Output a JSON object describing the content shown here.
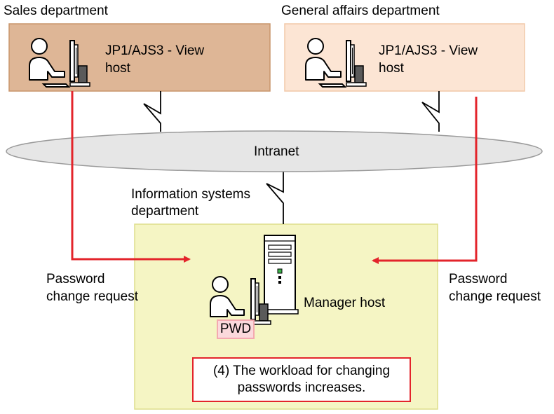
{
  "colors": {
    "sales_box_fill": "#deb696",
    "sales_box_border": "#c9956c",
    "general_box_fill": "#fce5d4",
    "general_box_border": "#f2c8a8",
    "manager_box_fill": "#f5f5c4",
    "manager_box_border": "#dede8c",
    "intranet_fill": "#e6e6e6",
    "intranet_border": "#9a9a9a",
    "request_arrow": "#e3242b",
    "note_border": "#e3242b",
    "pwd_fill": "#fbd9dc",
    "pwd_border": "#f4a9b0"
  },
  "sales": {
    "department": "Sales department",
    "host_line1": "JP1/AJS3 - View",
    "host_line2": "host"
  },
  "general": {
    "department": "General affairs department",
    "host_line1": "JP1/AJS3 - View",
    "host_line2": "host"
  },
  "network": {
    "name": "Intranet"
  },
  "info_systems": {
    "line1": "Information systems",
    "line2": "department"
  },
  "manager": {
    "host_label": "Manager host",
    "pwd_label": "PWD"
  },
  "requests": {
    "left_line1": "Password",
    "left_line2": "change request",
    "right_line1": "Password",
    "right_line2": "change request"
  },
  "note": {
    "line1": "(4) The workload for changing",
    "line2": "passwords increases."
  },
  "icons": [
    "user-at-terminal-icon",
    "server-tower-icon",
    "network-link-icon",
    "arrow-right-icon",
    "arrow-left-icon"
  ]
}
